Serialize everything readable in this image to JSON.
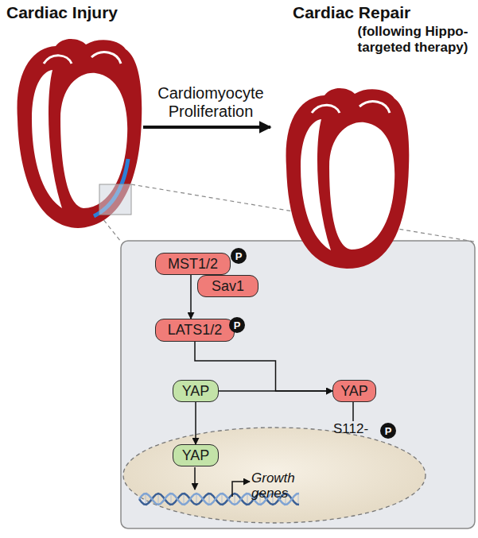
{
  "diagram": {
    "nodes": [
      {
        "text": [
          "MST1/2"
        ]
      },
      {
        "text": [
          "Sav1"
        ]
      },
      {
        "text": [
          "LATS1/2"
        ]
      },
      {
        "text": [
          "YAP"
        ]
      },
      {
        "text": [
          "YAP"
        ]
      },
      {
        "text": [
          "YAP"
        ]
      }
    ],
    "edges": [
      {
        "from": 0,
        "to": 2,
        "arrow": "to"
      },
      {
        "from": 2,
        "to": 4,
        "arrow": "to"
      },
      {
        "from": 3,
        "to": 4,
        "arrow": "to"
      },
      {
        "from": 3,
        "to": 5,
        "arrow": "to"
      }
    ],
    "labels": [
      "Cardiac Injury",
      "Cardiac Repair",
      "(following Hippo-targeted therapy)",
      "Cardiomyocyte Proliferation",
      "P",
      "P",
      "S112-",
      "P",
      "Growth genes"
    ]
  }
}
